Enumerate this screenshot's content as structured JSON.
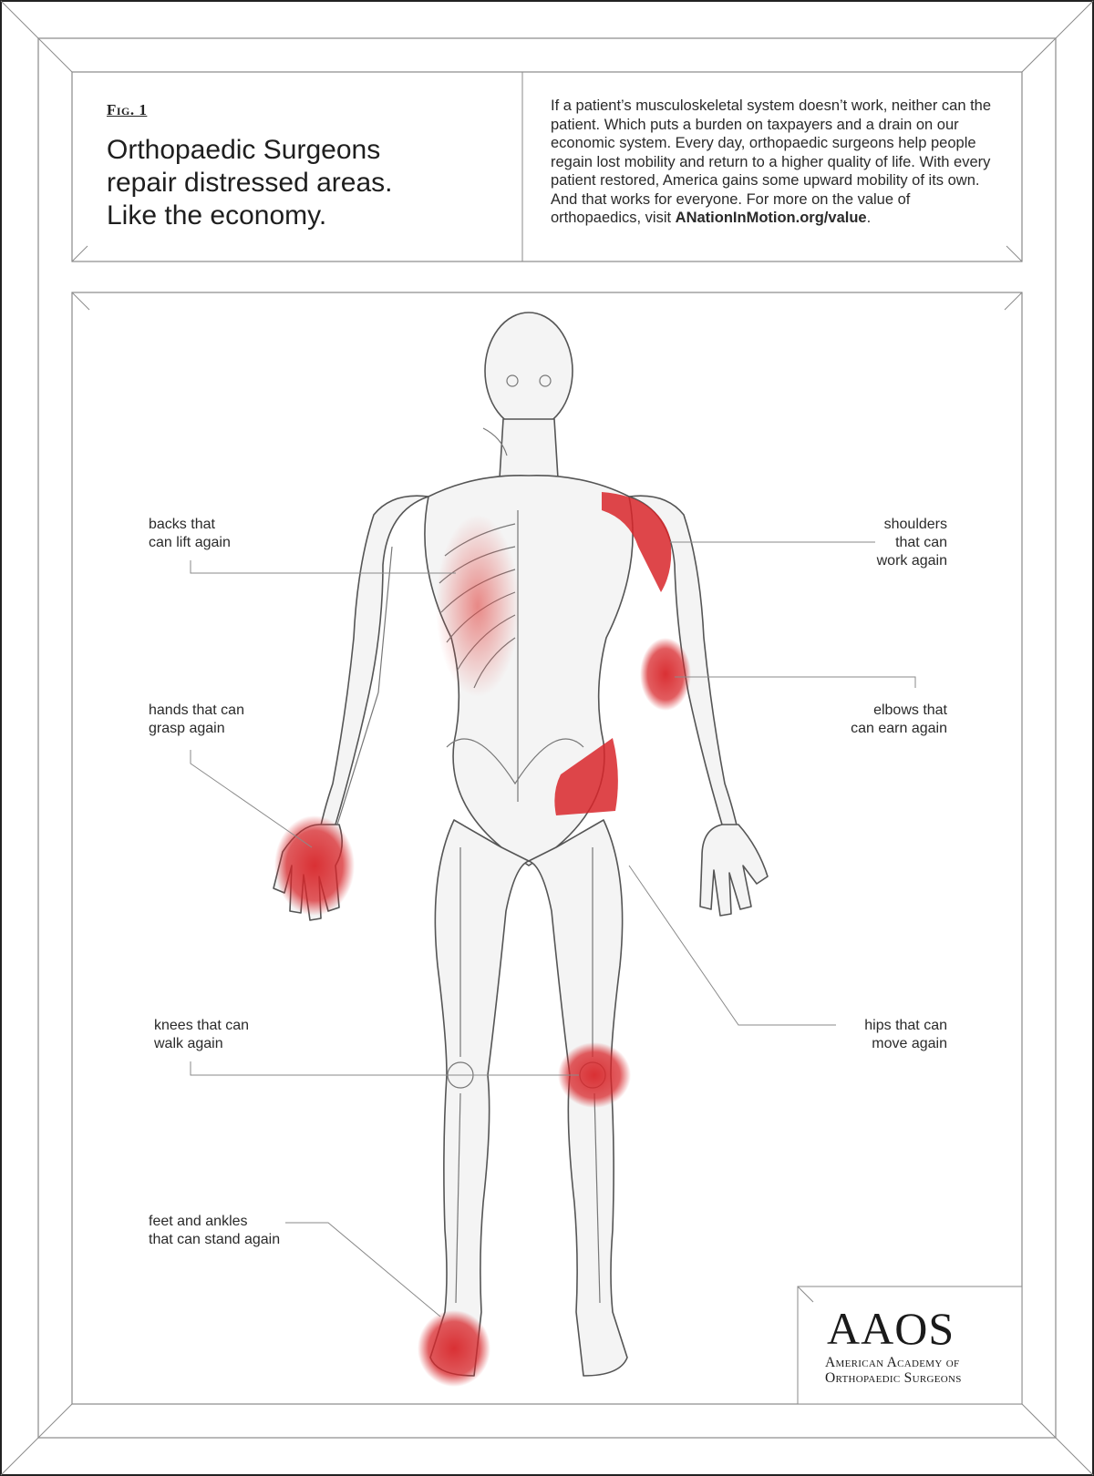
{
  "header": {
    "fig_label": "Fig. 1",
    "headline_lines": [
      "Orthopaedic Surgeons",
      "repair distressed areas.",
      "Like the economy."
    ],
    "body_text": "If a patient’s musculoskeletal system doesn’t work, neither can the patient. Which puts a burden on taxpayers and a drain on our economic system. Every day, orthopaedic surgeons help people regain lost mobility and return to a higher quality of life. With every patient restored, America gains some upward mobility of its own. And that works for everyone. For more on the value of orthopaedics, visit",
    "url": "ANationInMotion.org/value",
    "url_suffix": "."
  },
  "callouts": {
    "backs": [
      "backs that",
      "can lift again"
    ],
    "hands": [
      "hands that can",
      "grasp again"
    ],
    "knees": [
      "knees that can",
      "walk again"
    ],
    "feet": [
      "feet and ankles",
      "that can stand again"
    ],
    "shoulders": [
      "shoulders",
      "that can",
      "work again"
    ],
    "elbows": [
      "elbows that",
      "can earn again"
    ],
    "hips": [
      "hips that can",
      "move again"
    ]
  },
  "logo": {
    "mark": "AAOS",
    "name_lines": [
      "American Academy of",
      "Orthopaedic Surgeons"
    ]
  },
  "colors": {
    "highlight": "#d8262a",
    "line": "#8a8a8a"
  }
}
